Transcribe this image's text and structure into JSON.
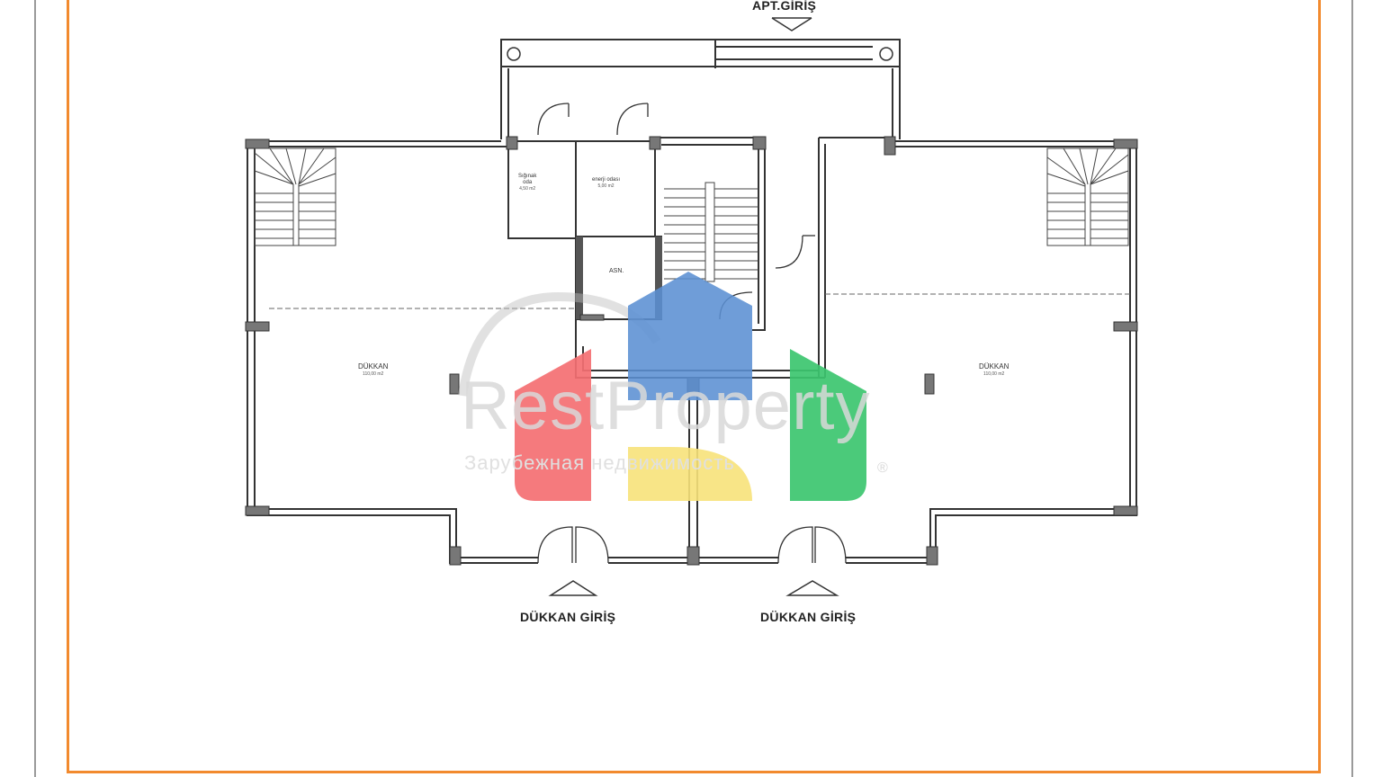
{
  "entrances": {
    "apartment": "APT.GİRİŞ",
    "shop_left": "DÜKKAN GİRİŞ",
    "shop_right": "DÜKKAN GİRİŞ"
  },
  "rooms": {
    "shop_left": {
      "name": "DÜKKAN",
      "area": "110,00 m2"
    },
    "shop_right": {
      "name": "DÜKKAN",
      "area": "110,00 m2"
    },
    "shelter": {
      "name": "Sığınak",
      "name2": "oda",
      "area": "4,50 m2"
    },
    "energy": {
      "name": "enerji odası",
      "area": "5,00 m2"
    },
    "elevator": {
      "name": "ASN."
    }
  },
  "watermark": {
    "brand": "RestProperty",
    "tagline": "Зарубежная недвижимость",
    "registered": "®",
    "colors": {
      "red": "#f46f72",
      "blue": "#5b8fd3",
      "yellow": "#f7e27a",
      "green": "#3cc66f",
      "gray": "#bdbdbd"
    }
  },
  "frame": {
    "accent": "#f28a2e"
  }
}
